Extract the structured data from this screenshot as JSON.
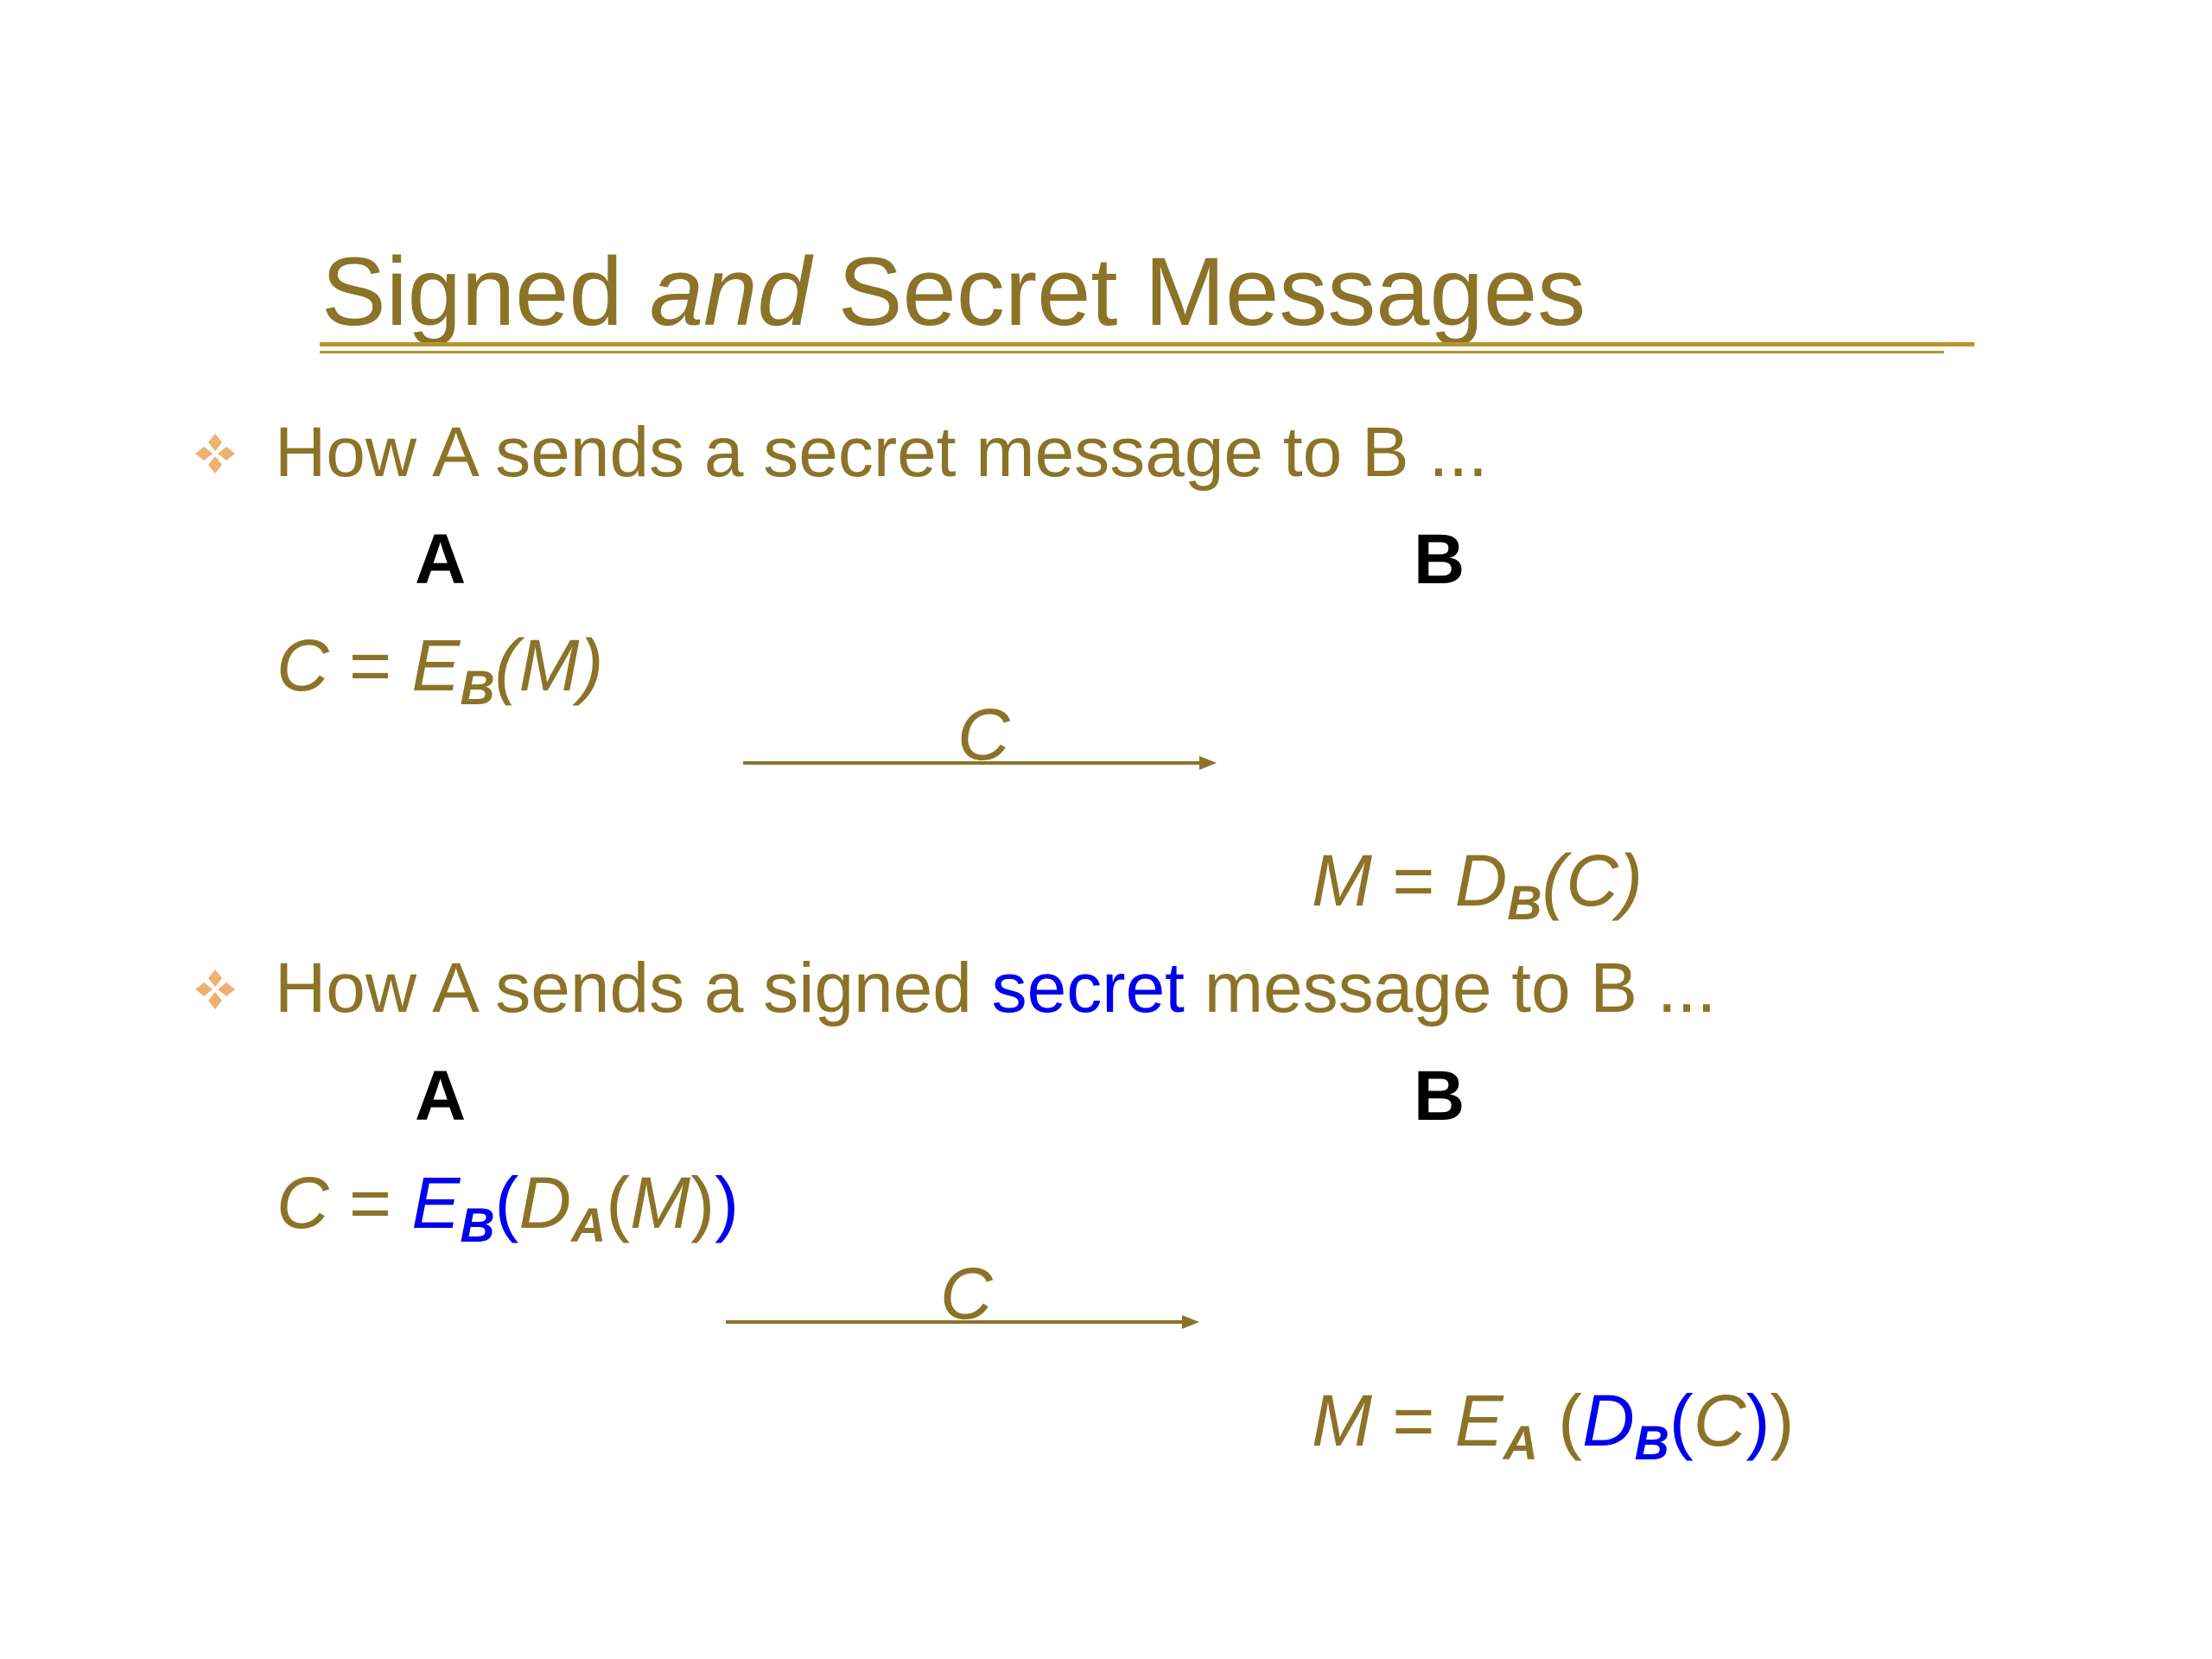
{
  "slide": {
    "title": {
      "part1": "Signed ",
      "part2": "and",
      "part3": " Secret Messages"
    },
    "bullet1": {
      "text": "How A sends a secret message to B ...",
      "party_a": "A",
      "party_b": "B",
      "encrypt": {
        "c": "C",
        "eq": " = ",
        "e": "E",
        "e_sub": "B",
        "arg": "(M)"
      },
      "arrow_label": "C",
      "decrypt": {
        "m": "M",
        "eq": " = ",
        "d": "D",
        "d_sub": "B",
        "arg": "(C)"
      }
    },
    "bullet2": {
      "text_before": "How A sends a signed ",
      "text_highlight": "secret",
      "text_after": " message to B ...",
      "party_a": "A",
      "party_b": "B",
      "encrypt": {
        "c": "C",
        "eq": " = ",
        "e": "E",
        "e_sub": "B",
        "open1": "(",
        "d": "D",
        "d_sub": "A",
        "open2": "(",
        "m": "M",
        "close2": ")",
        "close1": ")"
      },
      "arrow_label": "C",
      "decrypt": {
        "m": "M",
        "eq": " = ",
        "e": "E",
        "e_sub": "A",
        "open1": " (",
        "d": "D",
        "d_sub": "B",
        "open2": "(",
        "c": "C",
        "close2": ")",
        "close1": ")"
      }
    },
    "colors": {
      "text": "#8b7328",
      "highlight": "#0000ee",
      "bullet": "#f0b070",
      "rule": "#b8962e",
      "party": "#000000"
    },
    "icons": {
      "bullet": "diamond-cluster-bullet-icon"
    }
  }
}
